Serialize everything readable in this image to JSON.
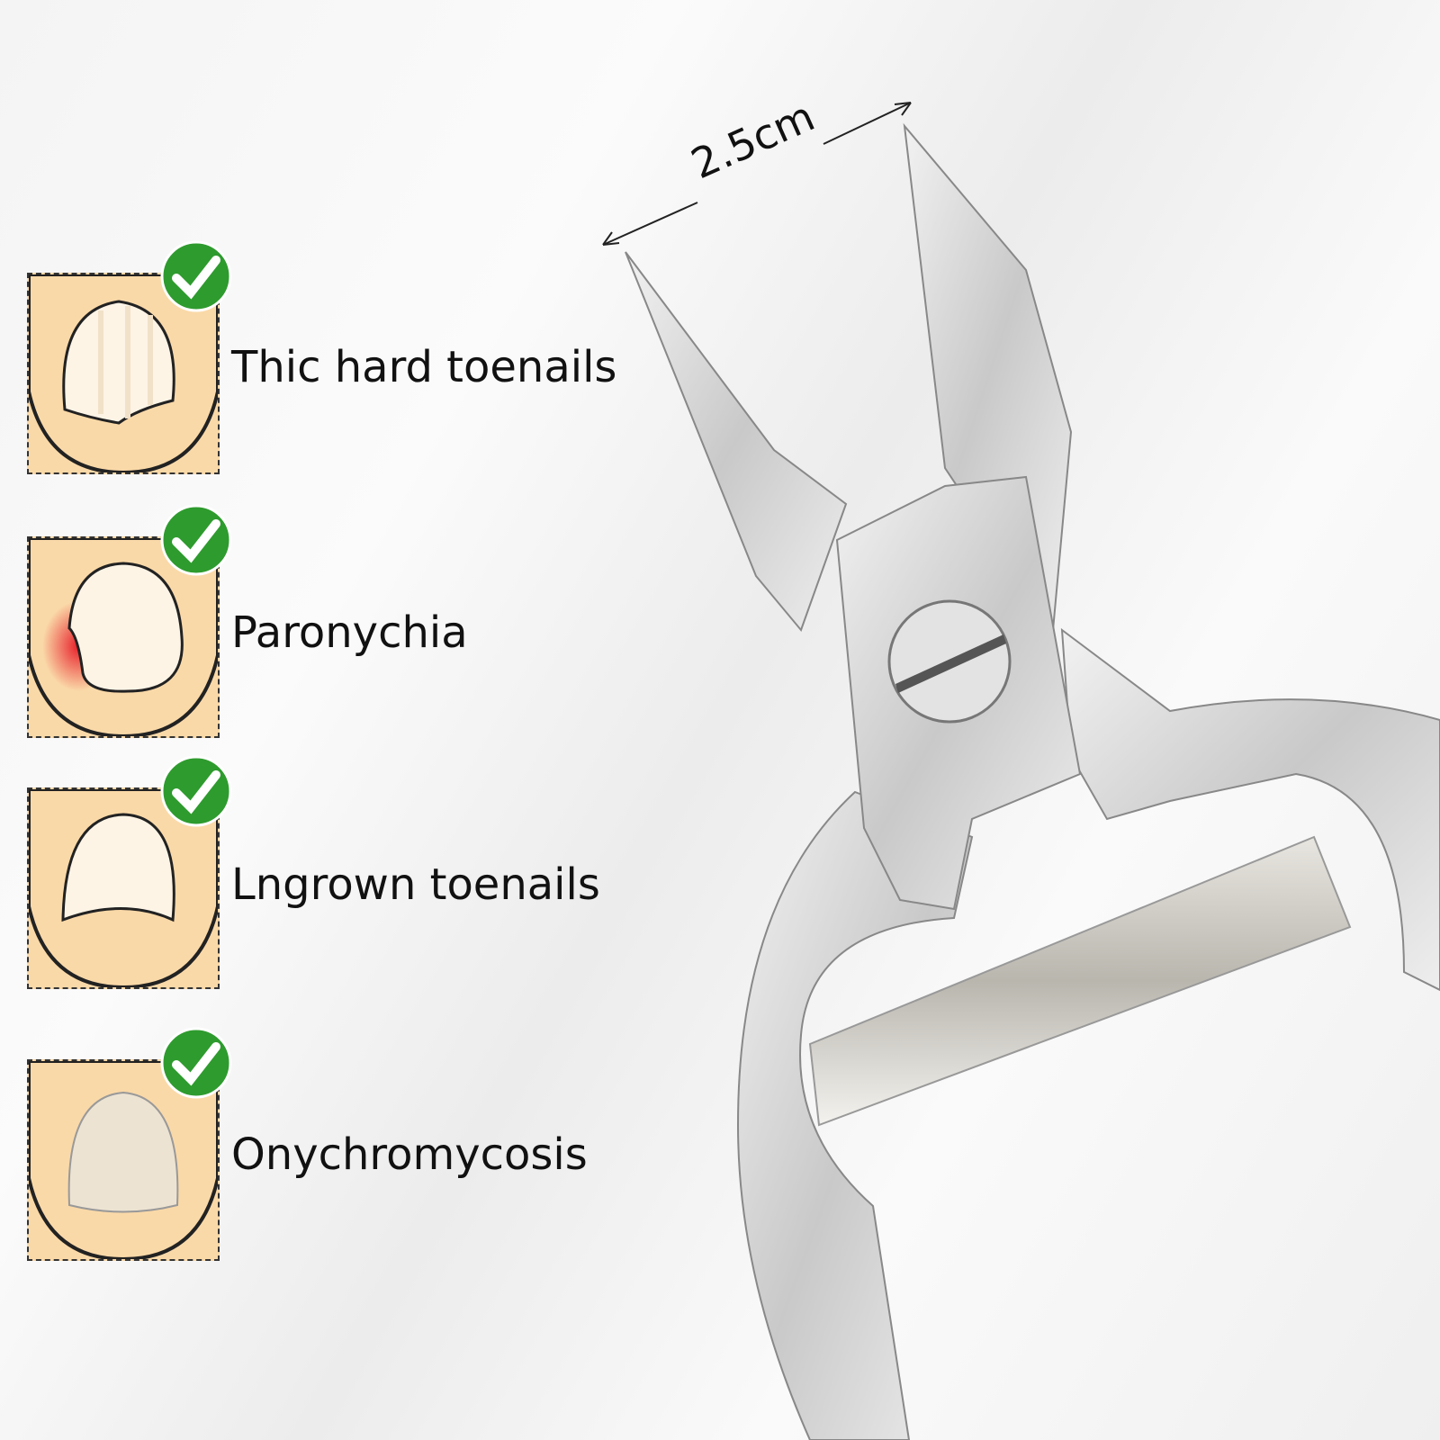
{
  "measurement": {
    "label": "2.5cm"
  },
  "conditions": [
    {
      "label": "Thic hard toenails",
      "icon": "check-icon"
    },
    {
      "label": "Paronychia",
      "icon": "check-icon"
    },
    {
      "label": "Lngrown toenails",
      "icon": "check-icon"
    },
    {
      "label": "Onychromycosis",
      "icon": "check-icon"
    }
  ],
  "colors": {
    "skin": "#fad9a8",
    "check": "#2e9b2e",
    "inflammation": "#e8202a"
  }
}
